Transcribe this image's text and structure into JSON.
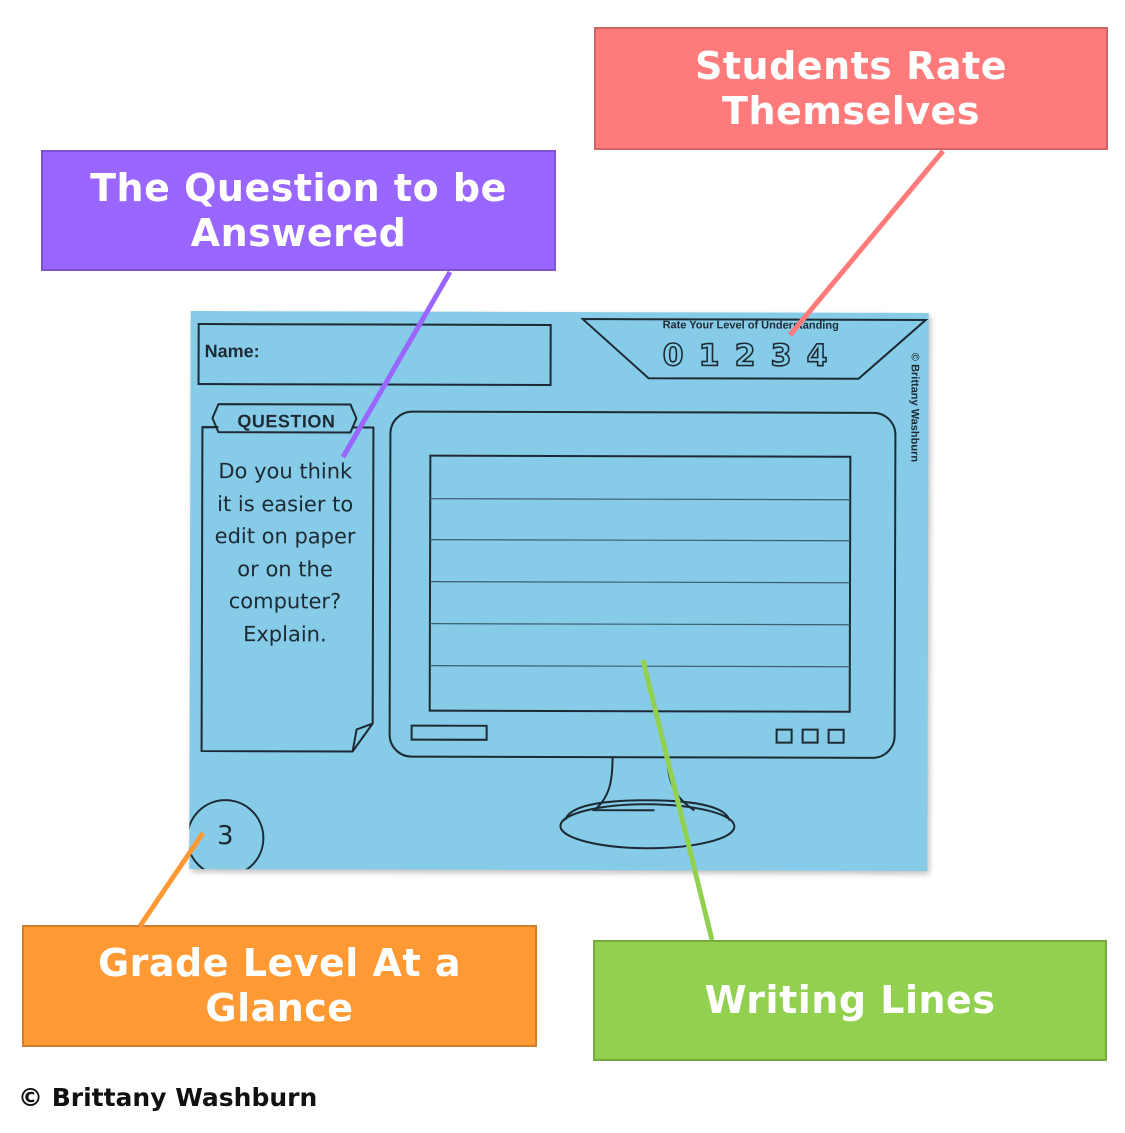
{
  "callouts": {
    "rate": {
      "line1": "Students Rate",
      "line2": "Themselves",
      "color": "#ff7b7b"
    },
    "question": {
      "line1": "The Question to be",
      "line2": "Answered",
      "color": "#9966ff"
    },
    "grade": {
      "line1": "Grade Level At a",
      "line2": "Glance",
      "color": "#ff9933"
    },
    "lines": {
      "line1": "Writing Lines",
      "color": "#92d050"
    }
  },
  "card": {
    "background": "#86cbe8",
    "name_label": "Name:",
    "question_title": "QUESTION",
    "question_text": "Do you think it is easier to edit on paper or on the computer? Explain.",
    "rate_label": "Rate Your Level of Understanding",
    "rating_options": [
      "0",
      "1",
      "2",
      "3",
      "4"
    ],
    "side_credit": "© Brittany Washburn",
    "grade_number": "3",
    "icons": [
      "monitor-icon",
      "speech-note-icon",
      "grade-circle-icon"
    ]
  },
  "footer": {
    "credit": "© Brittany Washburn"
  }
}
